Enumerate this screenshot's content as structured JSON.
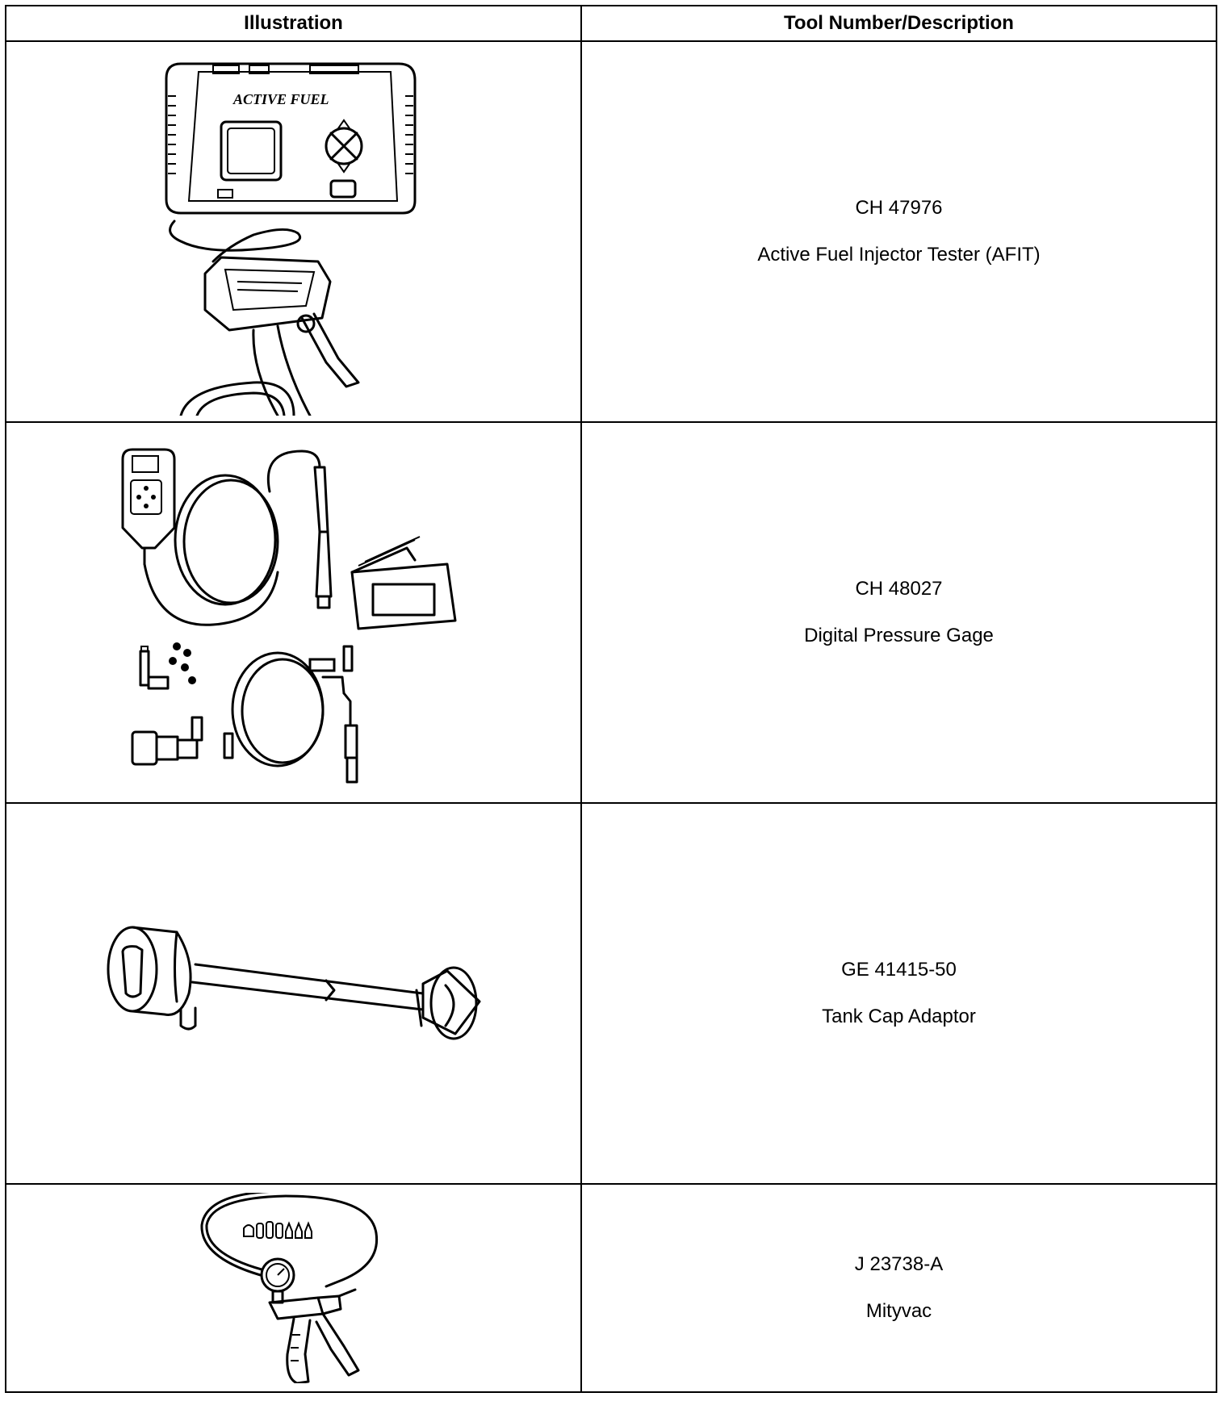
{
  "table": {
    "headers": {
      "illustration": "Illustration",
      "tool": "Tool Number/Description"
    },
    "rows": [
      {
        "number": "CH 47976",
        "description": "Active Fuel Injector Tester (AFIT)",
        "illustration_icon": "fuel-injector-tester-illustration"
      },
      {
        "number": "CH 48027",
        "description": "Digital Pressure Gage",
        "illustration_icon": "digital-pressure-gage-illustration"
      },
      {
        "number": "GE 41415-50",
        "description": "Tank Cap Adaptor",
        "illustration_icon": "tank-cap-adaptor-illustration"
      },
      {
        "number": "J 23738-A",
        "description": "Mityvac",
        "illustration_icon": "mityvac-illustration"
      }
    ]
  }
}
